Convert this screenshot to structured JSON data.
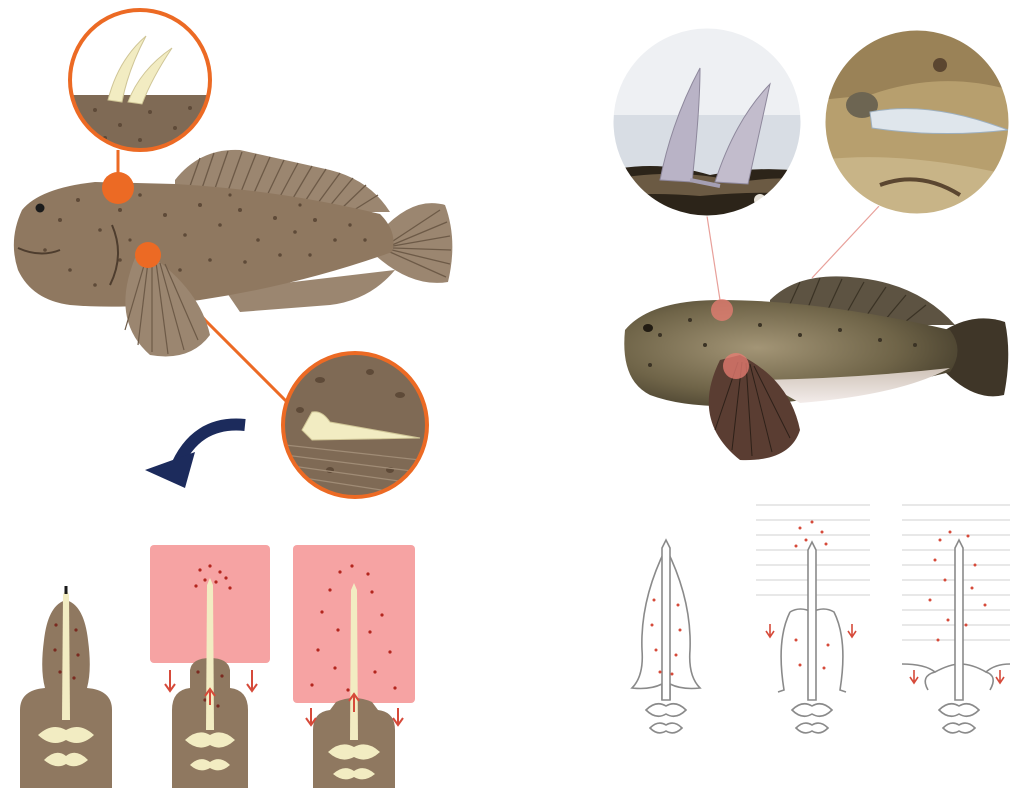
{
  "colors": {
    "fish_body": "#8f7860",
    "fish_fin": "#9b8670",
    "fish_speckle": "#5e4a38",
    "callout_orange": "#ec6a24",
    "spine_cream": "#f2ecc2",
    "venom_pink": "#f6a3a3",
    "venom_dot": "#b3261e",
    "arrow_navy": "#1c2b5c",
    "outline_grey": "#8a8a8a",
    "red_arrow": "#d64a3a",
    "photo_tint": "#e97d73"
  },
  "panels": {
    "illustration": {
      "name": "illustrated-fish-panel"
    },
    "photo": {
      "name": "photographed-fish-panel"
    }
  },
  "icons": [
    "fish-illustration",
    "fish-photo",
    "dorsal-spine-closeup",
    "opercular-spine-closeup",
    "curved-arrow-icon",
    "venom-injection-stage"
  ]
}
